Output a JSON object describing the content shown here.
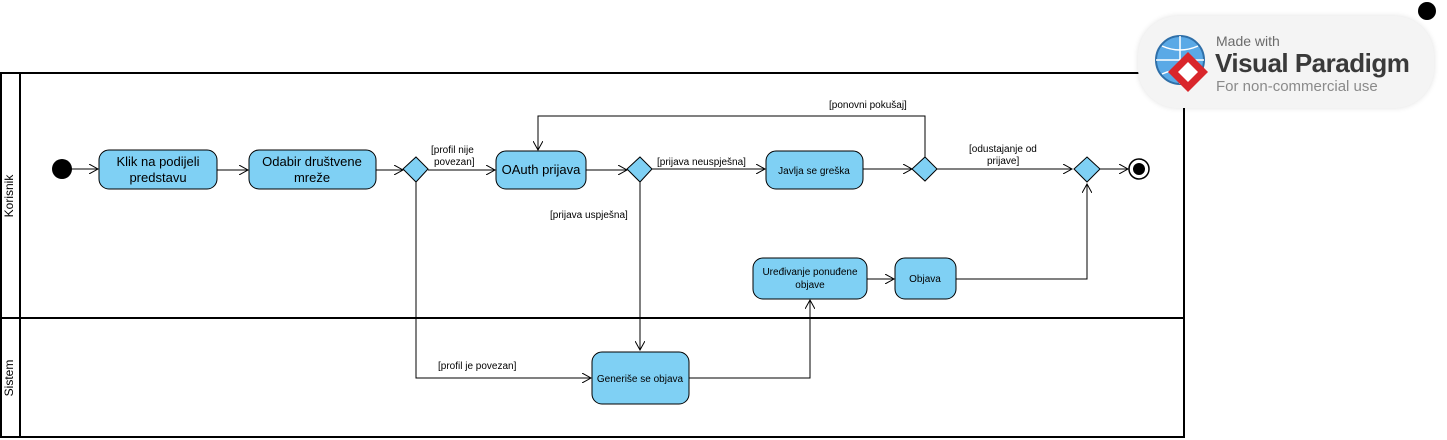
{
  "lanes": {
    "user": "Korisnik",
    "system": "Sistem"
  },
  "activities": {
    "share_click": [
      "Klik na podijeli",
      "predstavu"
    ],
    "choose_network": [
      "Odabir društvene",
      "mreže"
    ],
    "oauth": "OAuth prijava",
    "error": "Javlja se greška",
    "edit_post": [
      "Uređivanje ponuđene",
      "objave"
    ],
    "publish": "Objava",
    "generate": "Generiše se objava"
  },
  "guards": {
    "not_connected": [
      "[profil nije",
      "povezan]"
    ],
    "connected": "[profil je povezan]",
    "login_failed": "[prijava neuspješna]",
    "login_success": "[prijava uspješna]",
    "retry": "[ponovni pokušaj]",
    "give_up": [
      "[odustajanje od",
      "prijave]"
    ]
  },
  "watermark": {
    "line1": "Made with",
    "line2": "Visual Paradigm",
    "line3": "For non-commercial use"
  },
  "colors": {
    "activity_fill": "#7fd0f4",
    "stroke": "#000000"
  }
}
